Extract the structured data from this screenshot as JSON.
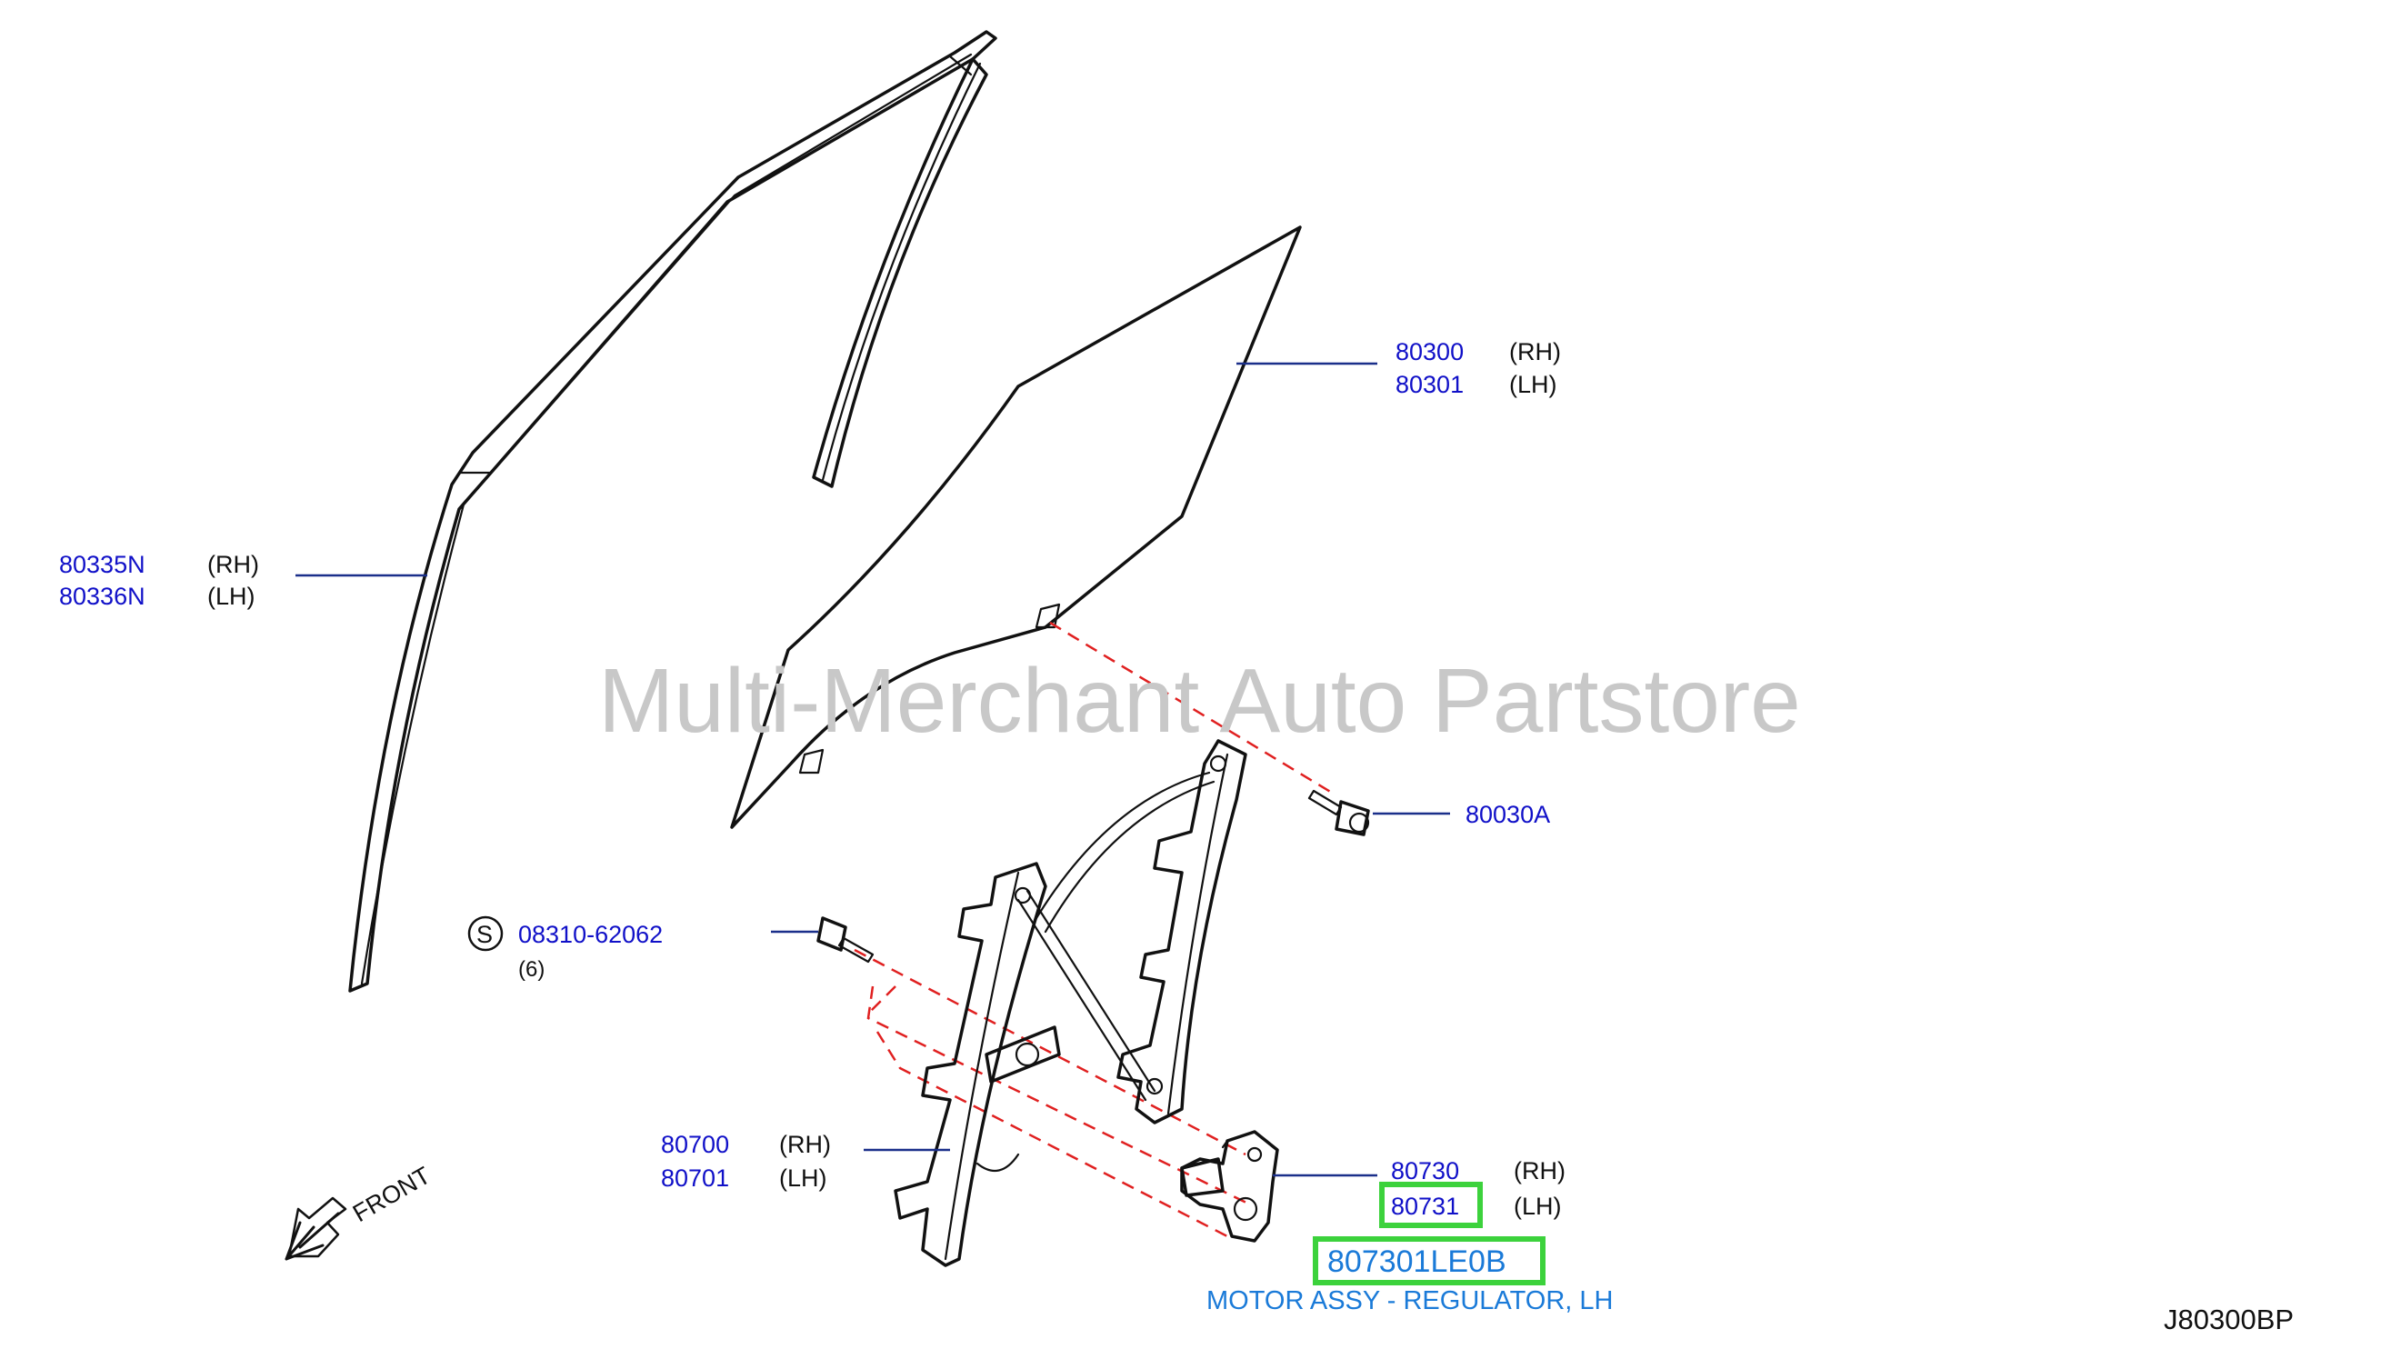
{
  "watermark": "Multi-Merchant Auto Partstore",
  "diagram_id": "J80300BP",
  "front_label": "FRONT",
  "colors": {
    "part_number": "#1010c8",
    "highlight": "#3cd23c",
    "description": "#1a7ad8",
    "dash": "#e02020",
    "watermark": "#c8c8c8"
  },
  "callouts": {
    "sash": {
      "rh": "80335N",
      "rh_side": "(RH)",
      "lh": "80336N",
      "lh_side": "(LH)"
    },
    "glass": {
      "rh": "80300",
      "rh_side": "(RH)",
      "lh": "80301",
      "lh_side": "(LH)"
    },
    "bolt": {
      "pn": "80030A"
    },
    "screw": {
      "symbol": "S",
      "pn": "08310-62062",
      "qty": "(6)"
    },
    "regulator": {
      "rh": "80700",
      "rh_side": "(RH)",
      "lh": "80701",
      "lh_side": "(LH)"
    },
    "motor": {
      "rh": "80730",
      "rh_side": "(RH)",
      "lh": "80731",
      "lh_side": "(LH)"
    }
  },
  "highlight": {
    "part_number": "807301LE0B",
    "description": "MOTOR ASSY - REGULATOR, LH"
  }
}
